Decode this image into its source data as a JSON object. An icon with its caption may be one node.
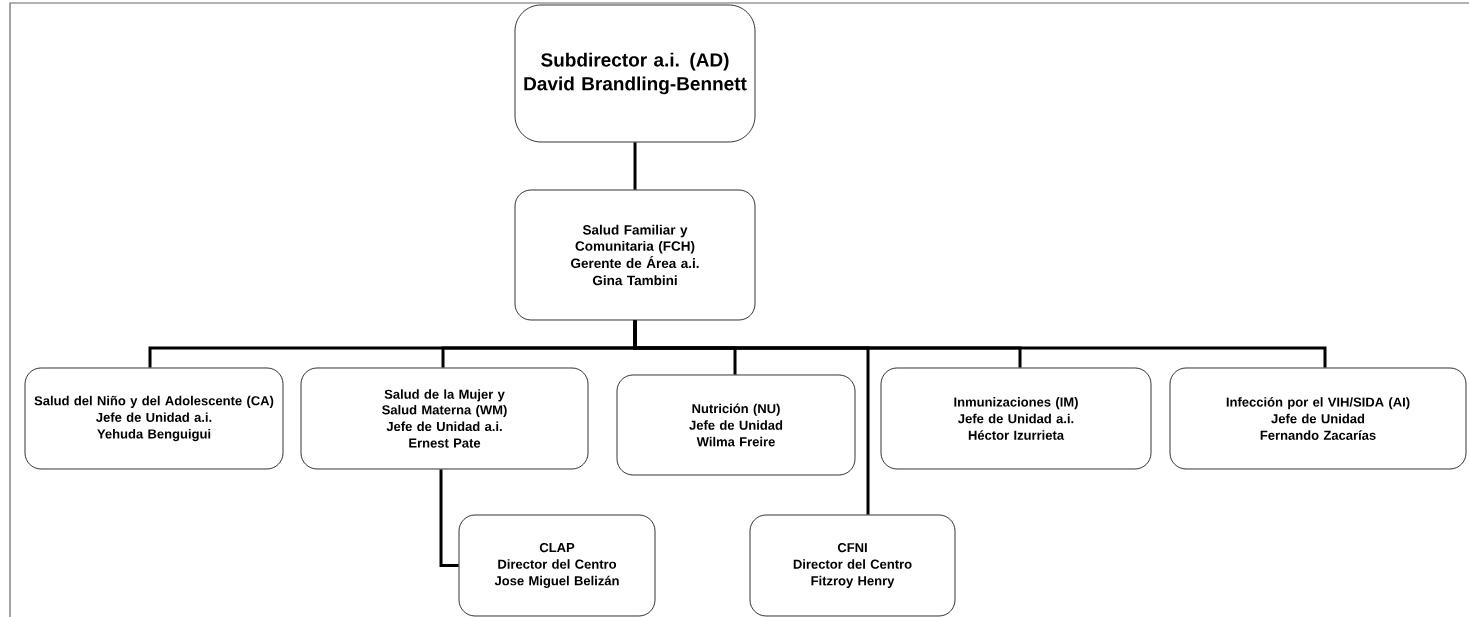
{
  "diagram": {
    "nodes": [
      {
        "text": [
          "Subdirector a.i. (AD)",
          "David Brandling-Bennett"
        ]
      },
      {
        "text": [
          "Salud Familiar y Comunitaria (FCH)",
          "Gerente de Área a.i.",
          "Gina Tambini"
        ]
      },
      {
        "text": [
          "Salud del Niño y del Adolescente (CA)",
          "Jefe de Unidad a.i.",
          "Yehuda Benguigui"
        ]
      },
      {
        "text": [
          "Salud de la Mujer y Salud Materna (WM)",
          "Jefe de Unidad a.i.",
          "Ernest Pate"
        ]
      },
      {
        "text": [
          "Nutrición (NU)",
          "Jefe de Unidad",
          "Wilma Freire"
        ]
      },
      {
        "text": [
          "Inmunizaciones (IM)",
          "Jefe de Unidad a.i.",
          "Héctor Izurrieta"
        ]
      },
      {
        "text": [
          "Infección por el VIH/SIDA (AI)",
          "Jefe de Unidad",
          "Fernando Zacarías"
        ]
      },
      {
        "text": [
          "CLAP",
          "Director del Centro",
          "Jose Miguel Belizán"
        ]
      },
      {
        "text": [
          "CFNI",
          "Director del Centro",
          "Fitzroy Henry"
        ]
      }
    ],
    "edges": [
      {
        "from": 0,
        "to": 1,
        "arrow": "none"
      },
      {
        "from": 1,
        "to": 2,
        "arrow": "none"
      },
      {
        "from": 1,
        "to": 3,
        "arrow": "none"
      },
      {
        "from": 1,
        "to": 4,
        "arrow": "none"
      },
      {
        "from": 1,
        "to": 5,
        "arrow": "none"
      },
      {
        "from": 1,
        "to": 6,
        "arrow": "none"
      },
      {
        "from": 1,
        "to": 8,
        "arrow": "none"
      },
      {
        "from": 3,
        "to": 7,
        "arrow": "none"
      }
    ]
  }
}
